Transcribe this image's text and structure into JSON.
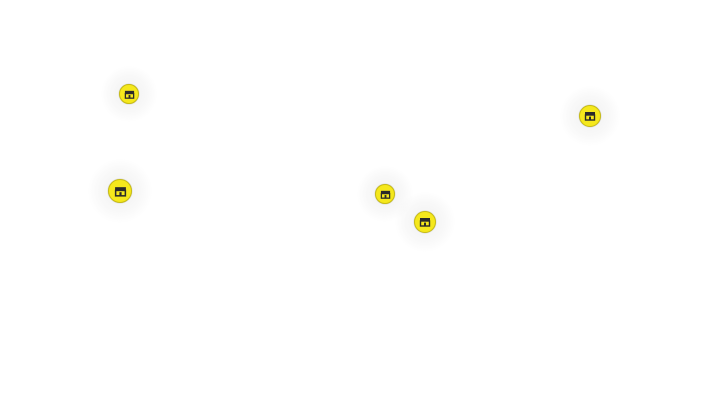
{
  "map": {
    "background_color": "#ffffff",
    "marker_style": {
      "fill_color": "#f5e81c",
      "border_color": "#c9bd12",
      "icon_color": "#2a2a2a",
      "icon": "storefront-icon"
    },
    "markers": [
      {
        "id": "m1",
        "icon": "storefront-icon"
      },
      {
        "id": "m2",
        "icon": "storefront-icon"
      },
      {
        "id": "m3",
        "icon": "storefront-icon"
      },
      {
        "id": "m4",
        "icon": "storefront-icon"
      },
      {
        "id": "m5",
        "icon": "storefront-icon"
      }
    ]
  }
}
